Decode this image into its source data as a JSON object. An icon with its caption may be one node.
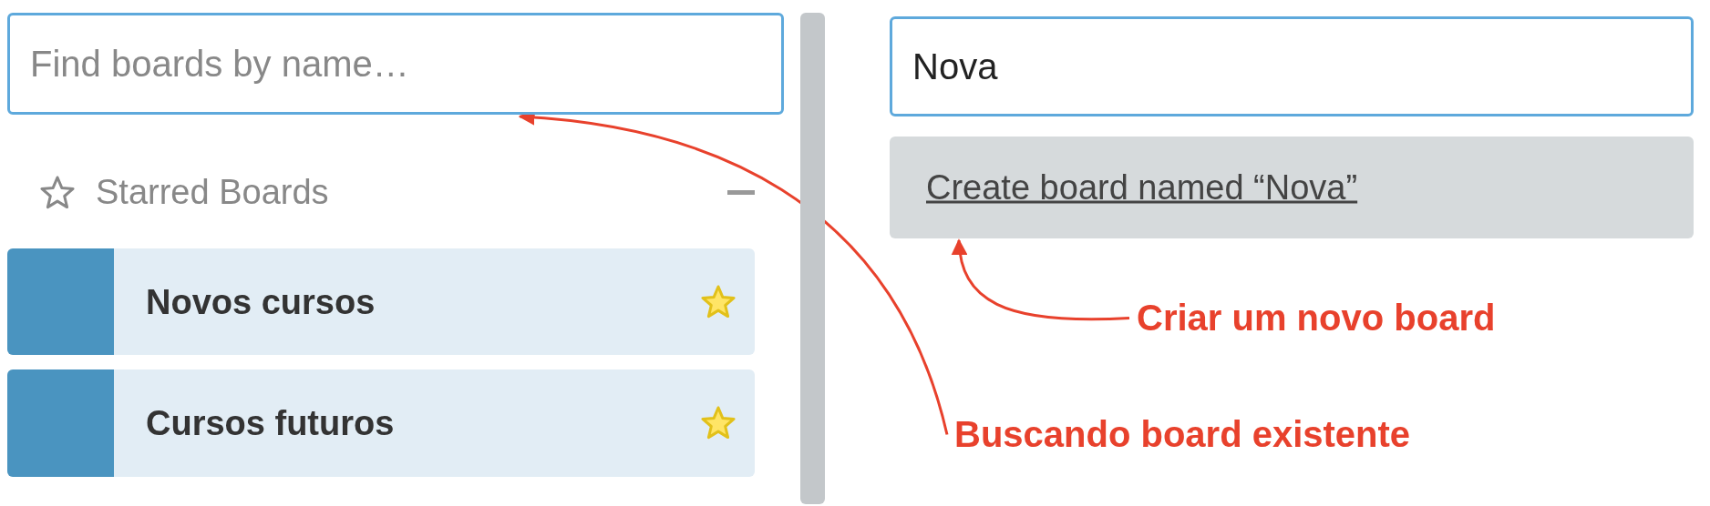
{
  "diagram": {
    "nodes": [
      {
        "text": [
          "Find boards by name…"
        ]
      },
      {
        "text": [
          "Novos cursos"
        ]
      },
      {
        "text": [
          "Cursos futuros"
        ]
      },
      {
        "text": [
          "Nova"
        ]
      },
      {
        "text": [
          "Create board named “Nova”"
        ]
      },
      {
        "text": [
          "Criar um novo board"
        ]
      },
      {
        "text": [
          "Buscando board existente"
        ]
      }
    ],
    "edges": [
      {
        "from": 5,
        "to": 4,
        "arrow": "to"
      },
      {
        "from": 6,
        "to": 0,
        "arrow": "to"
      }
    ],
    "labels": [
      "Starred Boards"
    ]
  }
}
